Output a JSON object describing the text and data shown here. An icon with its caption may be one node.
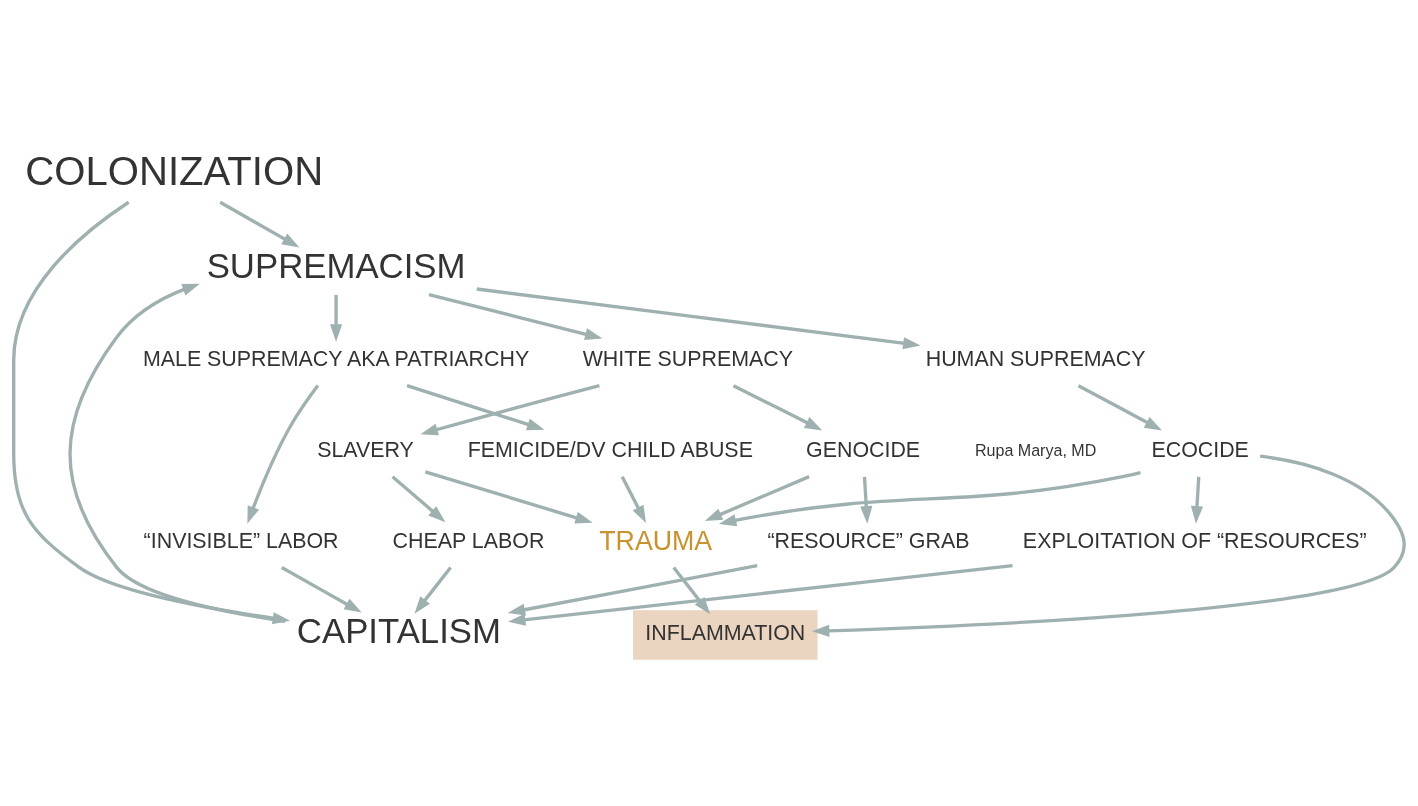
{
  "diagram": {
    "nodes": [
      {
        "text": [
          "COLONIZATION"
        ]
      },
      {
        "text": [
          "SUPREMACISM"
        ]
      },
      {
        "text": [
          "CAPITALISM"
        ]
      },
      {
        "text": [
          "SLAVERY"
        ]
      },
      {
        "text": [
          "CHEAP LABOR"
        ]
      },
      {
        "text": [
          "GENOCIDE"
        ]
      },
      {
        "text": [
          "“RESOURCE” GRAB"
        ]
      },
      {
        "text": [
          "WHITE SUPREMACY"
        ]
      },
      {
        "text": [
          "“INVISIBLE” LABOR"
        ]
      },
      {
        "text": [
          "MALE SUPREMACY AKA PATRIARCHY"
        ]
      },
      {
        "text": [
          "FEMICIDE/DV CHILD ABUSE"
        ]
      },
      {
        "text": [
          "TRAUMA"
        ]
      },
      {
        "text": [
          "HUMAN SUPREMACY"
        ]
      },
      {
        "text": [
          "ECOCIDE"
        ]
      },
      {
        "text": [
          "INFLAMMATION"
        ]
      },
      {
        "text": [
          "EXPLOITATION OF “RESOURCES”"
        ]
      }
    ],
    "edges": [
      {
        "from": 0,
        "to": 1,
        "arrow": "to"
      },
      {
        "from": 0,
        "to": 2,
        "arrow": "to"
      },
      {
        "from": 2,
        "to": 1,
        "arrow": "to"
      },
      {
        "from": 1,
        "to": 7,
        "arrow": "to"
      },
      {
        "from": 1,
        "to": 9,
        "arrow": "to"
      },
      {
        "from": 1,
        "to": 12,
        "arrow": "to"
      },
      {
        "from": 7,
        "to": 3,
        "arrow": "to"
      },
      {
        "from": 7,
        "to": 5,
        "arrow": "to"
      },
      {
        "from": 3,
        "to": 4,
        "arrow": "to"
      },
      {
        "from": 4,
        "to": 2,
        "arrow": "to"
      },
      {
        "from": 3,
        "to": 11,
        "arrow": "to"
      },
      {
        "from": 5,
        "to": 6,
        "arrow": "to"
      },
      {
        "from": 5,
        "to": 11,
        "arrow": "to"
      },
      {
        "from": 6,
        "to": 2,
        "arrow": "to"
      },
      {
        "from": 8,
        "to": 2,
        "arrow": "to"
      },
      {
        "from": 9,
        "to": 8,
        "arrow": "to"
      },
      {
        "from": 9,
        "to": 10,
        "arrow": "to"
      },
      {
        "from": 10,
        "to": 11,
        "arrow": "to"
      },
      {
        "from": 12,
        "to": 13,
        "arrow": "to"
      },
      {
        "from": 13,
        "to": 11,
        "arrow": "to"
      },
      {
        "from": 13,
        "to": 14,
        "arrow": "to"
      },
      {
        "from": 13,
        "to": 15,
        "arrow": "to"
      },
      {
        "from": 15,
        "to": 2,
        "arrow": "to"
      },
      {
        "from": 11,
        "to": 14,
        "arrow": "to"
      }
    ],
    "labels": [
      "Rupa Marya, MD"
    ]
  }
}
